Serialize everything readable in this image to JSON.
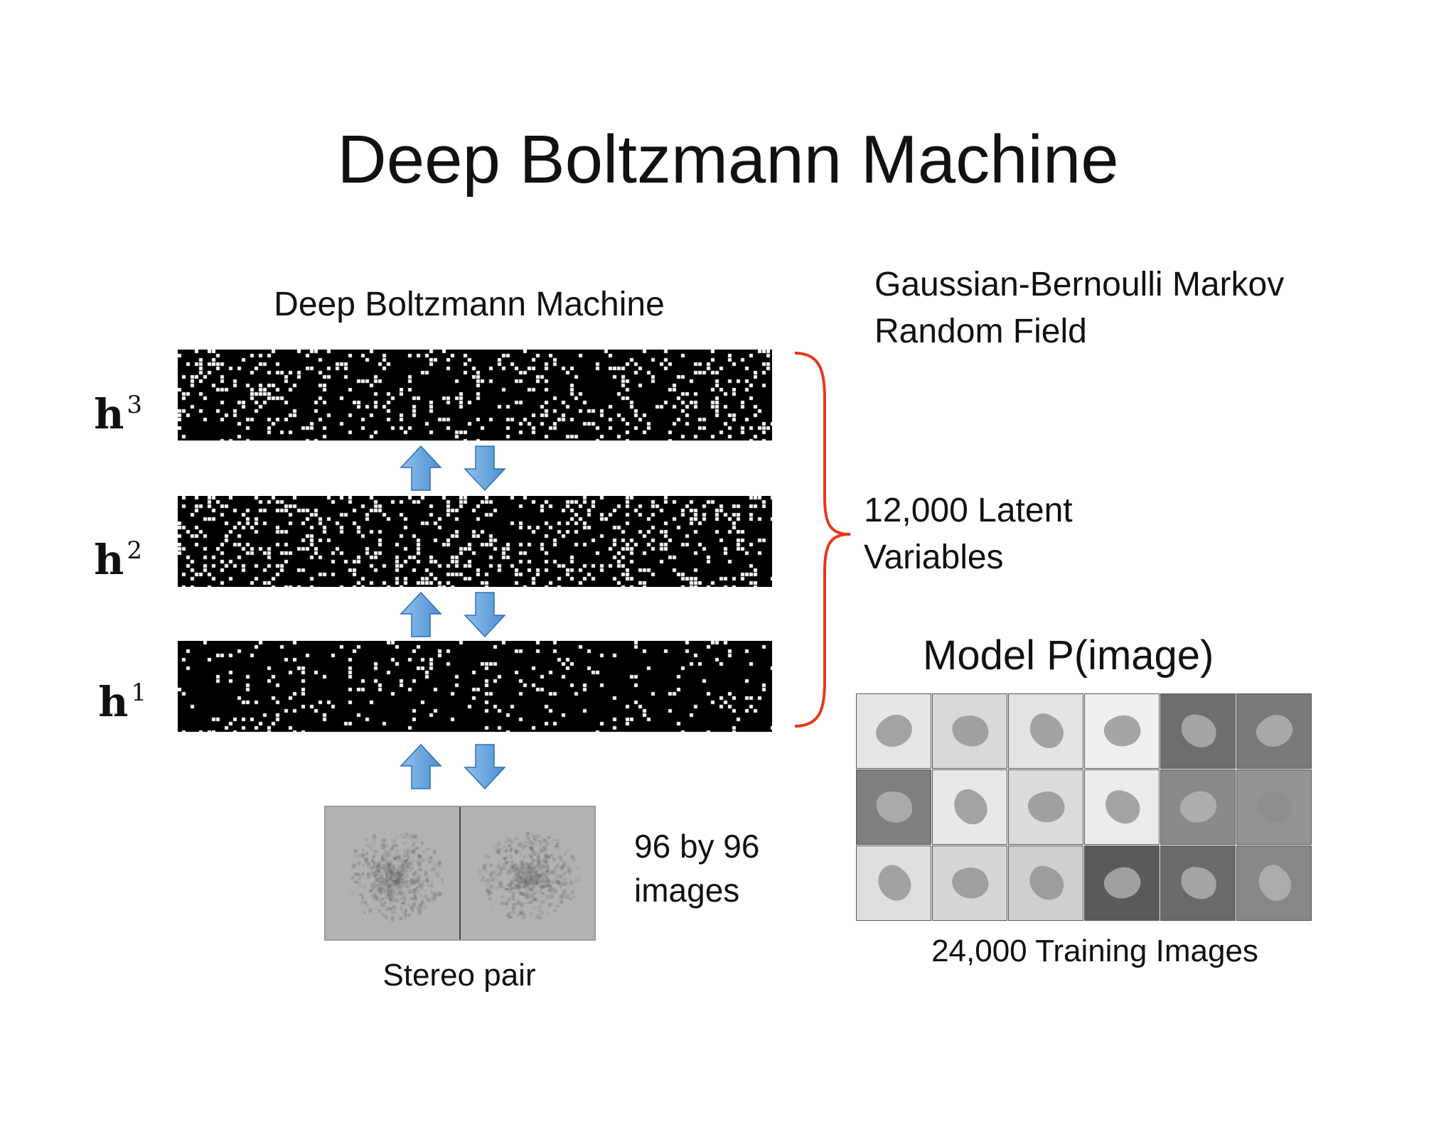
{
  "title": "Deep Boltzmann Machine",
  "dbm_label": "Deep Boltzmann Machine",
  "gb_label": [
    "Gaussian-Bernoulli Markov",
    "Random Field"
  ],
  "layers": [
    {
      "base": "h",
      "sup": "3"
    },
    {
      "base": "h",
      "sup": "2"
    },
    {
      "base": "h",
      "sup": "1"
    }
  ],
  "latent_label": [
    "12,000 Latent",
    "Variables"
  ],
  "model_label": "Model P(image)",
  "training_label": "24,000 Training Images",
  "size_label": [
    "96 by 96",
    "images"
  ],
  "stereo_label": "Stereo pair",
  "colors": {
    "brace": "#e8381c",
    "arrow_fill": "#5b9bd5",
    "arrow_stroke": "#2f6fb3"
  }
}
